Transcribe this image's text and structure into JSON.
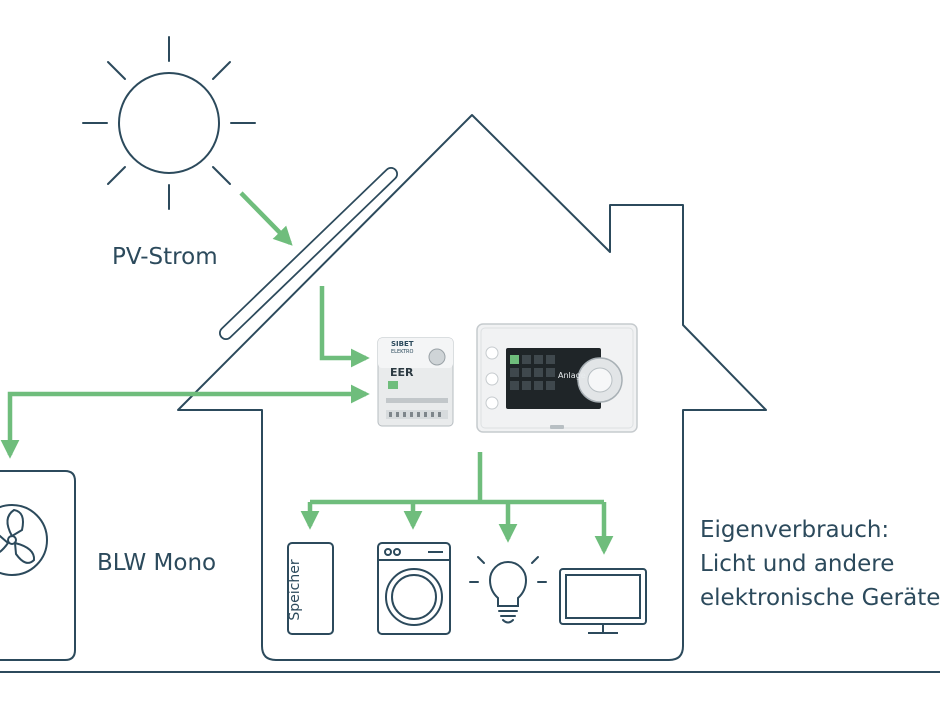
{
  "labels": {
    "pv": "PV-Strom",
    "blw": "BLW Mono",
    "eigen_line1": "Eigenverbrauch:",
    "eigen_line2": "Licht und andere",
    "eigen_line3": "elektronische Geräte",
    "speicher": "Speicher"
  },
  "devices": {
    "eer_brand": "SIBET",
    "eer_sub": "ELEKTRO",
    "eer_label": "EER",
    "display_text": "Anlage"
  },
  "colors": {
    "outline": "#2c4a5c",
    "flow_arrow": "#6fbd7c",
    "baseline": "#2c4a5c"
  },
  "icons": [
    "sun-icon",
    "solar-panel-icon",
    "house-outline",
    "heat-pump-icon",
    "fan-icon",
    "eer-controller-icon",
    "control-panel-icon",
    "battery-storage-icon",
    "washing-machine-icon",
    "light-bulb-icon",
    "monitor-icon"
  ]
}
